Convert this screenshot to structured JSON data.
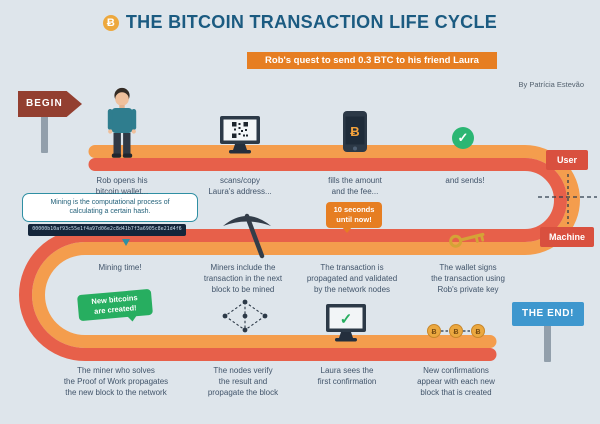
{
  "header": {
    "title": "THE BITCOIN TRANSACTION LIFE CYCLE",
    "banner": "Rob's quest to send 0.3 BTC to his friend Laura",
    "byline": "By Patrícia Estevão"
  },
  "labels": {
    "begin": "BEGIN",
    "end": "THE END!",
    "user": "User",
    "machine": "Machine"
  },
  "row1": [
    {
      "caption": "Rob opens his\nbitcoin wallet..."
    },
    {
      "caption": "scans/copy\nLaura's address..."
    },
    {
      "caption": "fills the amount\nand the fee..."
    },
    {
      "caption": "and sends!"
    }
  ],
  "row2": [
    {
      "caption": "The wallet signs\nthe transaction using\nRob's private key"
    },
    {
      "caption": "The transaction is\npropagated and validated\nby the network nodes"
    },
    {
      "caption": "Miners include the\ntransaction in the next\nblock to be mined"
    },
    {
      "caption": "Mining time!"
    }
  ],
  "row3": [
    {
      "caption": "The miner who solves\nthe Proof of Work propagates\nthe new block to the network"
    },
    {
      "caption": "The nodes verify\nthe result and\npropagate the block"
    },
    {
      "caption": "Laura sees the\nfirst confirmation"
    },
    {
      "caption": "New confirmations\nappear with each new\nblock that is created"
    }
  ],
  "badges": {
    "ten_seconds": "10 seconds\nuntil now!",
    "new_bitcoins": "New bitcoins\nare created!"
  },
  "callout": {
    "note": "Mining is the computational process of\ncalculating a certain hash.",
    "hash": "00000b10af93c55e1f4a97d06e2c8d41b7f3a6905c8e21d4f6"
  },
  "glyphs": {
    "bitcoin": "Ƀ",
    "check": "✓"
  },
  "colors": {
    "background": "#dee5eb",
    "title_blue": "#1b5b81",
    "banner_orange": "#e67e22",
    "path_orange": "#f49d4d",
    "path_red": "#e7604a",
    "green": "#27ae60",
    "begin_sign": "#933f30",
    "tab_red": "#d9503f",
    "end_blue": "#3e97ce",
    "caption_text": "#41546a",
    "key_gold": "#d4a336"
  }
}
